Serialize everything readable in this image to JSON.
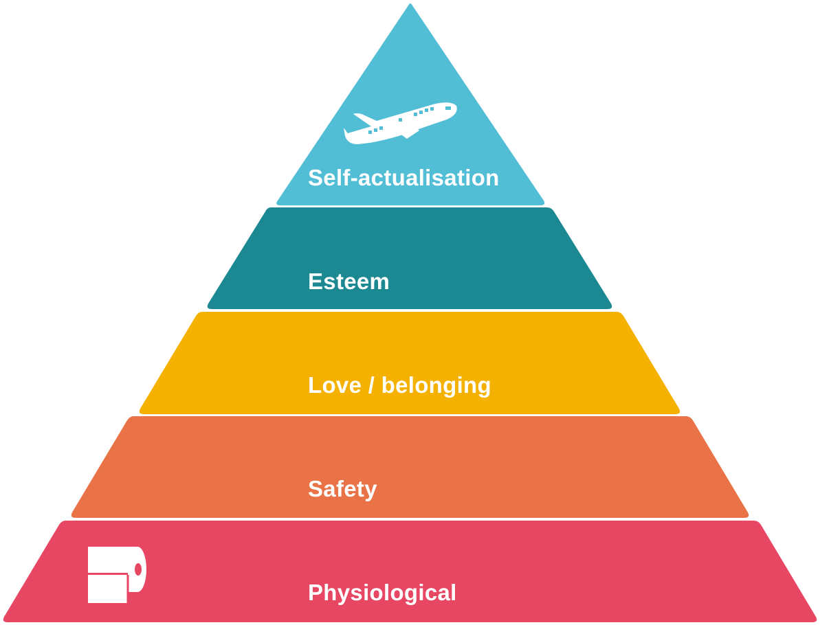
{
  "pyramid": {
    "tiers": [
      {
        "label": "Self-actualisation",
        "color": "#52BED6",
        "icon": "airplane-icon"
      },
      {
        "label": "Esteem",
        "color": "#1B8892"
      },
      {
        "label": "Love / belonging",
        "color": "#F5B100"
      },
      {
        "label": "Safety",
        "color": "#E97247"
      },
      {
        "label": "Physiological",
        "color": "#E84764",
        "icon": "toilet-paper-icon"
      }
    ]
  }
}
